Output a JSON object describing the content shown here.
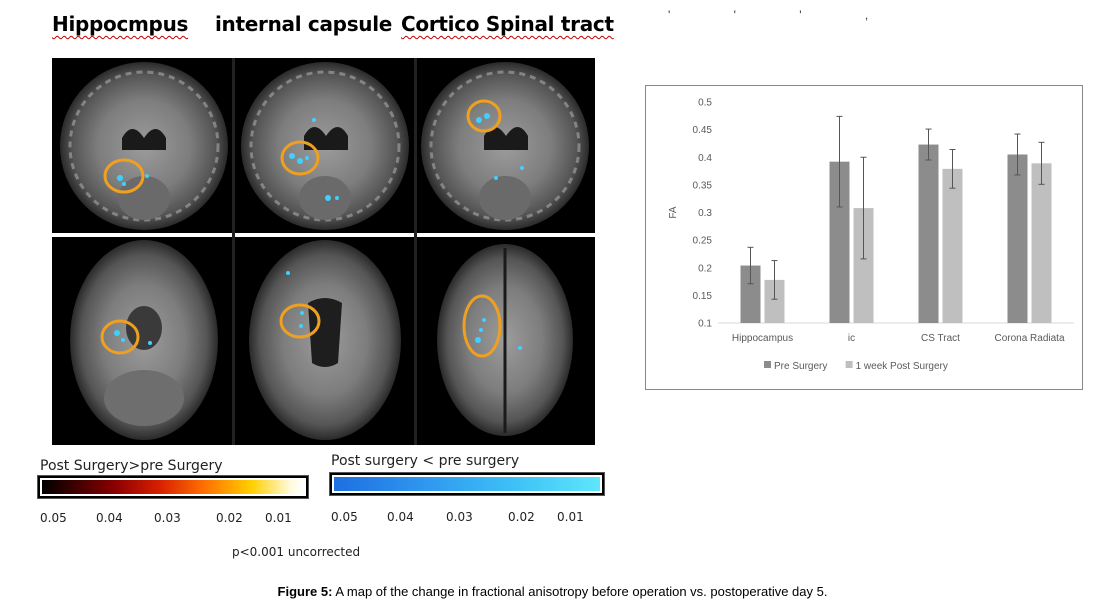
{
  "header": {
    "hippocampus": "Hippocmpus",
    "internal_capsule": "internal capsule",
    "cortico_spinal": "Cortico Spinal tract",
    "top_marks": "' ' ' ,"
  },
  "colorbar": {
    "positive_label": "Post Surgery>pre Surgery",
    "negative_label": "Post surgery < pre surgery",
    "positive_ticks": [
      "0.05",
      "0.04",
      "0.03",
      "0.02",
      "0.01"
    ],
    "negative_ticks": [
      "0.05",
      "0.04",
      "0.03",
      "0.02",
      "0.01"
    ],
    "threshold_note": "p<0.001 uncorrected",
    "colors": {
      "hot_start": "#000000",
      "hot_end": "#ffffff",
      "cold_start": "#1e6fe0",
      "cold_end": "#5ee6fb",
      "roi_circle": "#f0a020"
    }
  },
  "caption": {
    "label": "Figure 5:",
    "text": " A map of the change in fractional anisotropy before operation vs. postoperative day 5."
  },
  "chart_data": {
    "type": "bar",
    "categories": [
      "Hippocampus",
      "ic",
      "CS Tract",
      "Corona Radiata"
    ],
    "series": [
      {
        "name": "Pre Surgery",
        "color": "#8c8c8c",
        "values": [
          0.204,
          0.392,
          0.423,
          0.405
        ],
        "errors": [
          0.033,
          0.082,
          0.028,
          0.037
        ]
      },
      {
        "name": "1 week Post Surgery",
        "color": "#bfbfbf",
        "values": [
          0.178,
          0.308,
          0.379,
          0.389
        ],
        "errors": [
          0.035,
          0.092,
          0.035,
          0.038
        ]
      }
    ],
    "ylabel": "FA",
    "ylim": [
      0.1,
      0.5
    ],
    "yticks": [
      "0.5",
      "0.45",
      "0.4",
      "0.35",
      "0.3",
      "0.25",
      "0.2",
      "0.15",
      "0.1"
    ],
    "legend": "bottom",
    "grid": false
  }
}
